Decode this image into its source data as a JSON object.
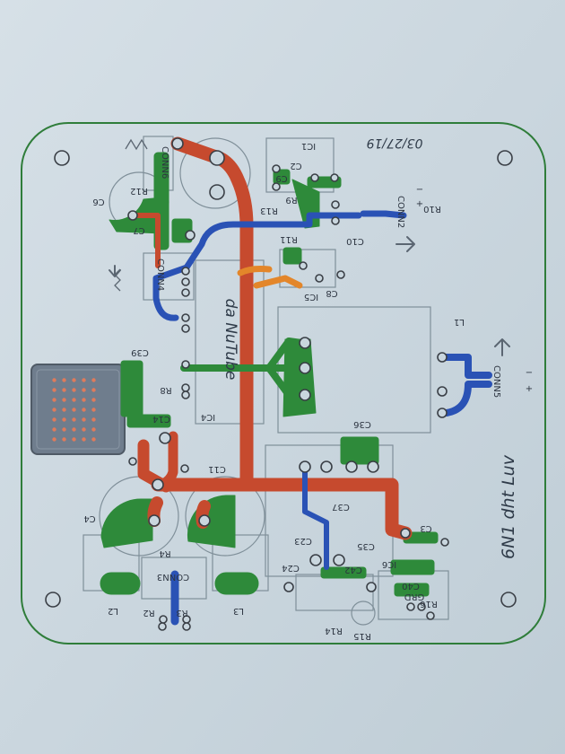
{
  "board": {
    "date": "03/27/19",
    "board_name": "6N1 dht Luv",
    "maker": "da NuTube"
  },
  "components": {
    "conn6": "CONN6",
    "conn4": "CONN4",
    "conn2": "CONN2",
    "conn5": "CONN5",
    "conn3": "CONN3",
    "ic1": "IC1",
    "ic4": "IC4",
    "ic5": "IC5",
    "ic6": "IC6",
    "r12": "R12",
    "r13": "R13",
    "r11": "R11",
    "r9": "R9",
    "r10": "R10",
    "r8": "R8",
    "r14": "R14",
    "r15": "R15",
    "r16": "R16",
    "r4": "R4",
    "r2": "R2",
    "r3": "R3",
    "c6": "C6",
    "c7": "C7",
    "c2": "C2",
    "c10": "C10",
    "c8": "C8",
    "c9": "C9",
    "c39": "C39",
    "c14": "C14",
    "c11": "C11",
    "c4": "C4",
    "c36": "C36",
    "c37": "C37",
    "c3": "C3",
    "c23": "C23",
    "c35": "C35",
    "c42": "C42",
    "c24": "C24",
    "c40": "C40",
    "l1": "L1",
    "l2": "L2",
    "l3": "L3",
    "grd": "GRD",
    "plus": "+",
    "minus": "−"
  },
  "colors": {
    "paper": "#c9d6de",
    "board_outline": "#2f7d3a",
    "trace_red": "#c64a2e",
    "trace_green": "#2e8a3a",
    "trace_blue": "#2a52b5",
    "trace_orange": "#e3862a",
    "heatsink": "#6f7d8d"
  }
}
